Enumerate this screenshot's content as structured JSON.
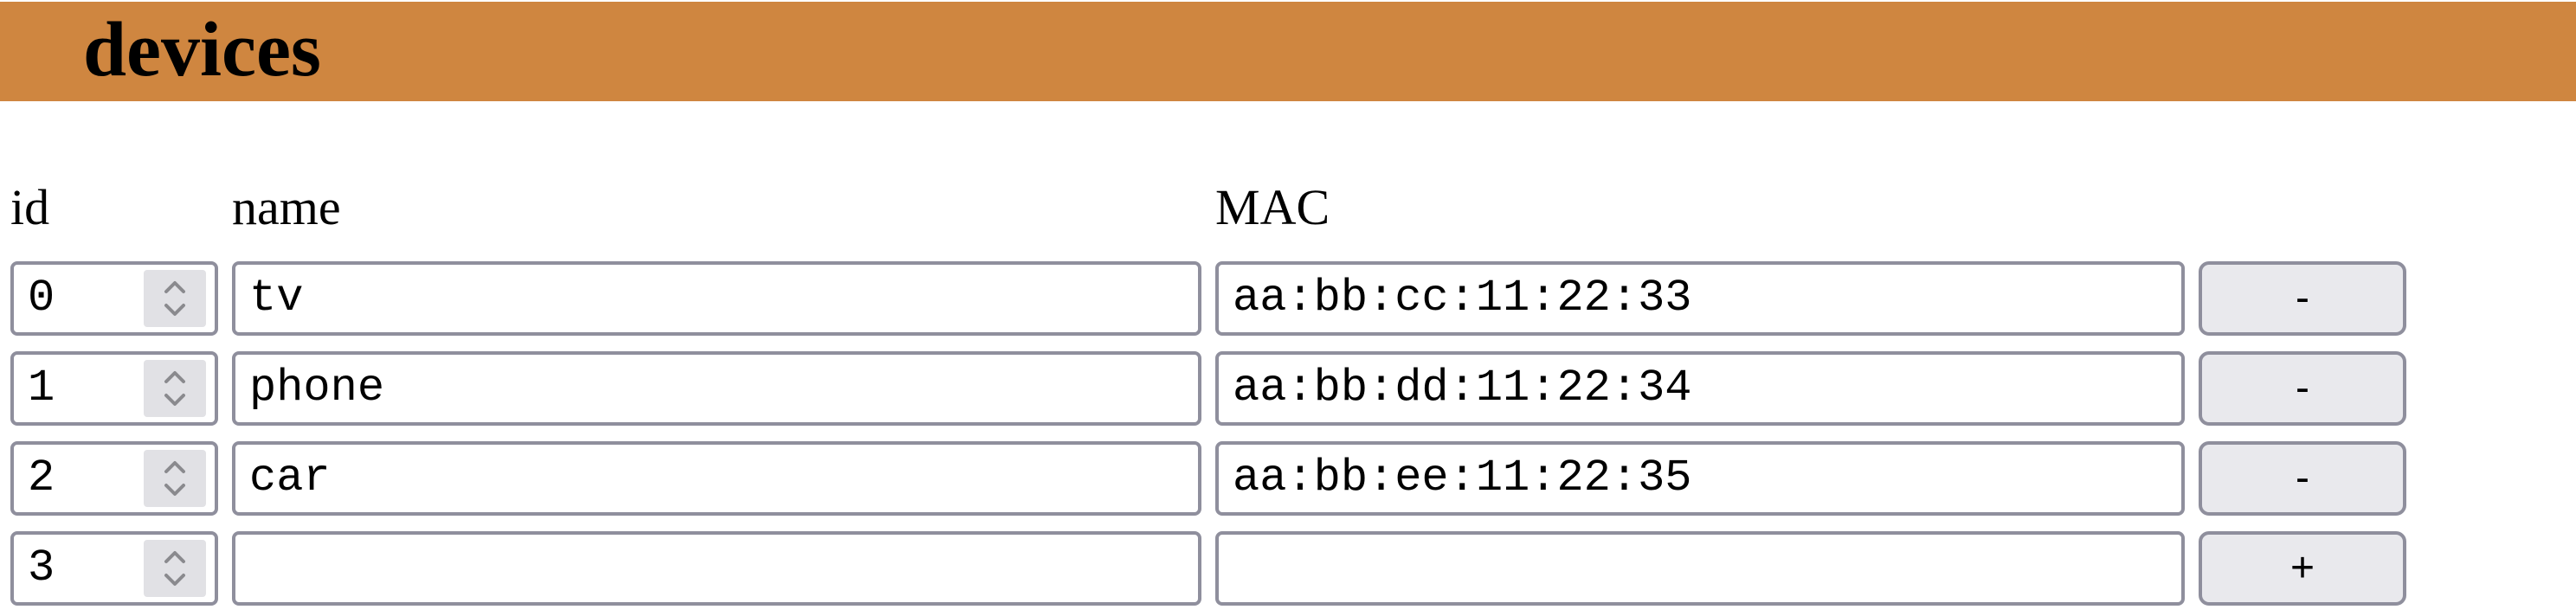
{
  "header": {
    "title": "devices"
  },
  "columns": {
    "id": "id",
    "name": "name",
    "mac": "MAC"
  },
  "rows": [
    {
      "id": "0",
      "name": "tv",
      "mac": "aa:bb:cc:11:22:33",
      "action": "-"
    },
    {
      "id": "1",
      "name": "phone",
      "mac": "aa:bb:dd:11:22:34",
      "action": "-"
    },
    {
      "id": "2",
      "name": "car",
      "mac": "aa:bb:ee:11:22:35",
      "action": "-"
    },
    {
      "id": "3",
      "name": "",
      "mac": "",
      "action": "+"
    }
  ],
  "icons": {
    "spinner": "chevron-up-down-icon"
  },
  "colors": {
    "header_background": "#cf8640",
    "field_border": "#8f8f9d",
    "button_background": "#e9e9ed",
    "spinner_background": "#e1e1e5"
  }
}
